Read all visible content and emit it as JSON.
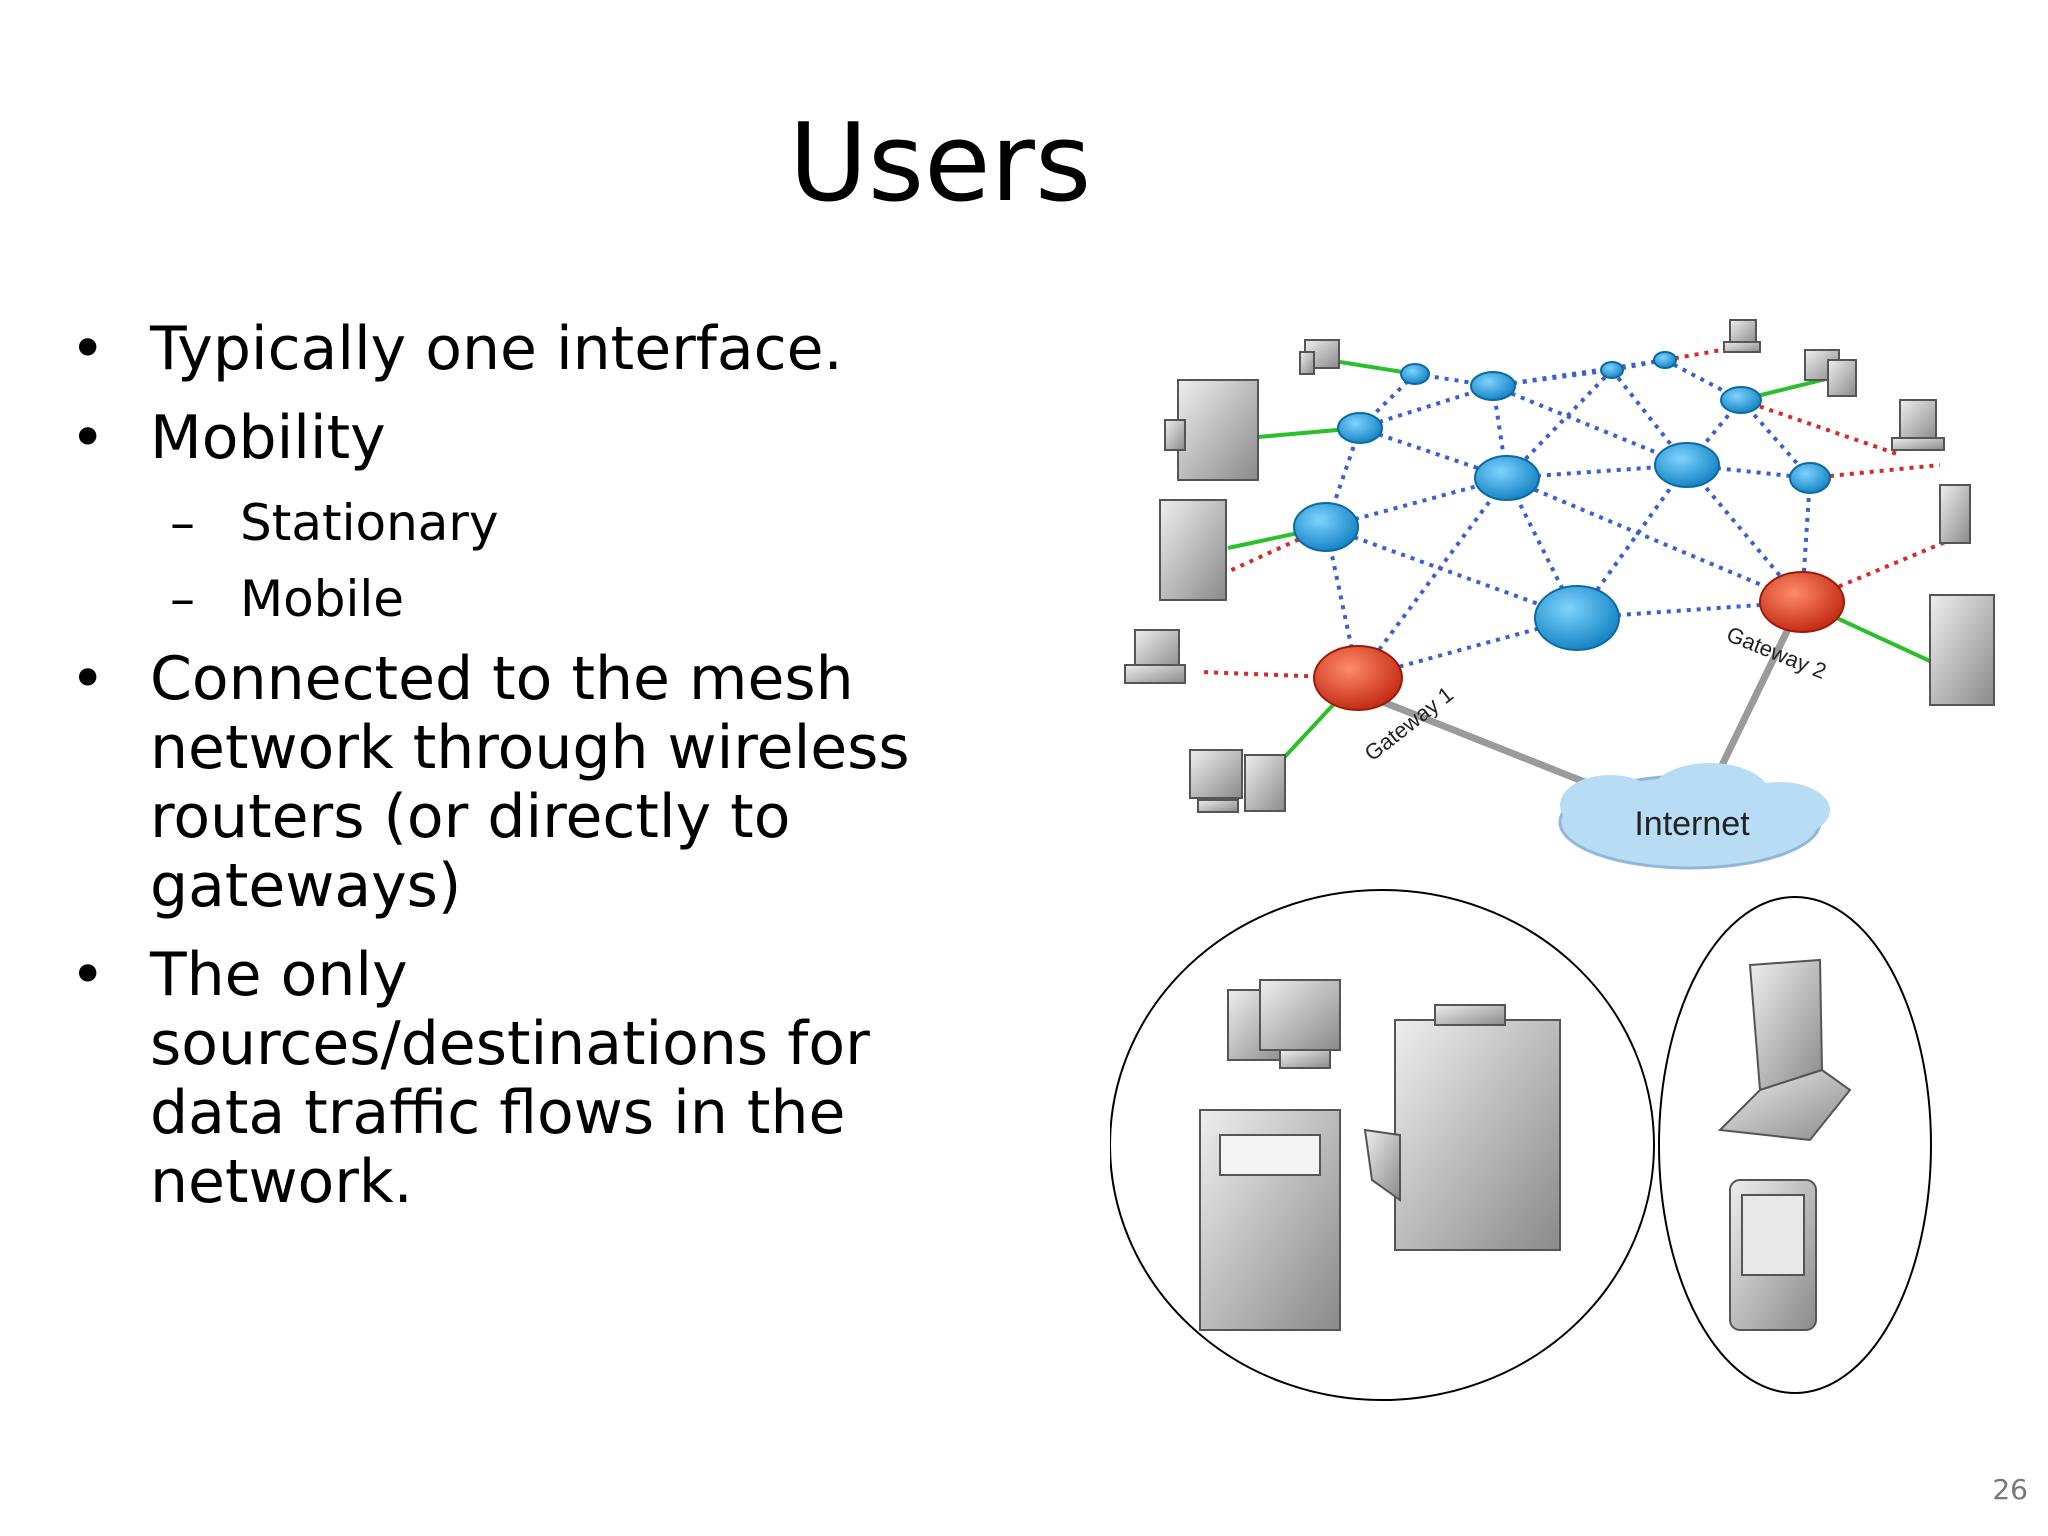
{
  "slide": {
    "title": "Users",
    "bullets": [
      "Typically one interface.",
      "Mobility",
      "Connected to the mesh network through wireless routers (or directly to gateways)",
      "The only sources/destinations for data traffic flows in the network."
    ],
    "sub_bullets": [
      "Stationary",
      "Mobile"
    ],
    "page_number": "26"
  },
  "diagram": {
    "gateway_1_label": "Gateway 1",
    "gateway_2_label": "Gateway 2",
    "internet_label": "Internet",
    "colors": {
      "router": "#1ea0dc",
      "gateway_router": "#e63a1e",
      "mesh_link": "#3a5fd0",
      "client_link_wireless": "#d42a2a",
      "client_link_wired": "#2cbf2c",
      "internet_link": "#9a9a9a",
      "cloud": "#b9dcf5"
    },
    "groups": [
      "stationary-devices",
      "mobile-devices"
    ]
  }
}
